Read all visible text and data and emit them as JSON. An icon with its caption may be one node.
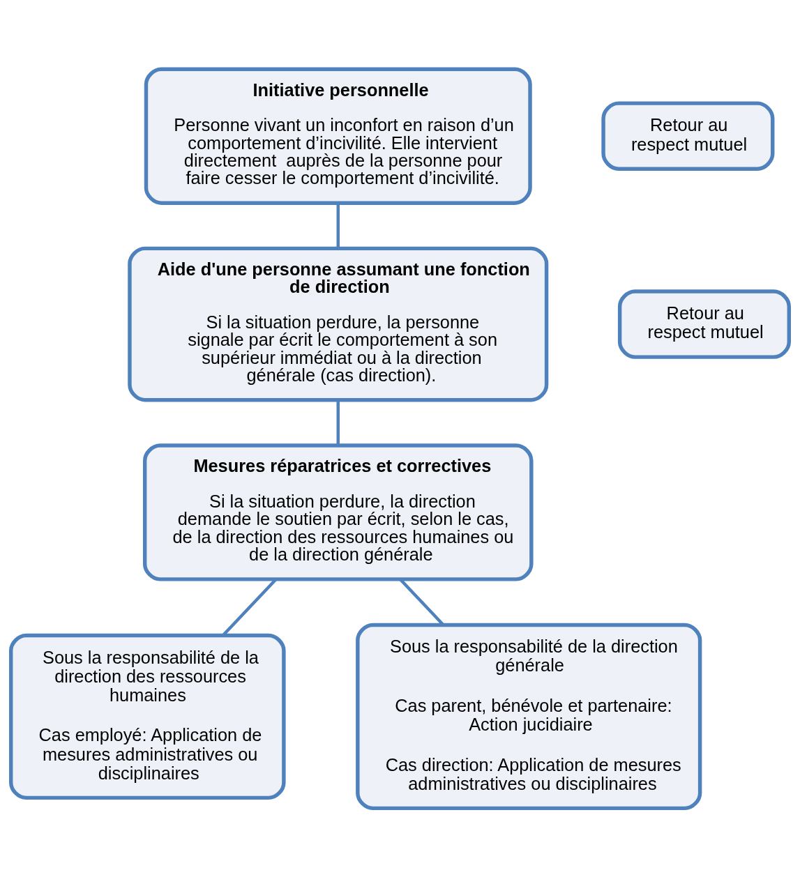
{
  "diagram": {
    "nodes": [
      {
        "text": [
          "Initiative personnelle",
          "Personne vivant un inconfort en raison d’un comportement d’incivilité. Elle intervient directement  auprès de la personne pour faire cesser le comportement d’incivilité."
        ]
      },
      {
        "text": [
          "Aide d'une personne assumant une fonction de direction",
          "Si la situation perdure, la personne signale par écrit le comportement à son supérieur immédiat ou à la direction générale (cas direction)."
        ]
      },
      {
        "text": [
          "Mesures réparatrices et correctives",
          "Si la situation perdure, la direction demande le soutien par écrit, selon le cas, de la direction des ressources humaines ou de la direction générale"
        ]
      },
      {
        "text": [
          "Sous la responsabilité de la direction des ressources humaines",
          "Cas employé: Application de mesures administratives ou disciplinaires"
        ]
      },
      {
        "text": [
          "Sous la responsabilité de la direction générale",
          "Cas parent, bénévole et partenaire: Action jucidiaire",
          "Cas direction: Application de mesures administratives ou disciplinaires"
        ]
      },
      {
        "text": [
          "Retour au respect mutuel"
        ]
      },
      {
        "text": [
          "Retour au respect mutuel"
        ]
      }
    ],
    "edges": [
      {
        "from": 0,
        "to": 1,
        "arrow": "none"
      },
      {
        "from": 1,
        "to": 2,
        "arrow": "none"
      },
      {
        "from": 2,
        "to": 3,
        "arrow": "none"
      },
      {
        "from": 2,
        "to": 4,
        "arrow": "none"
      }
    ]
  }
}
